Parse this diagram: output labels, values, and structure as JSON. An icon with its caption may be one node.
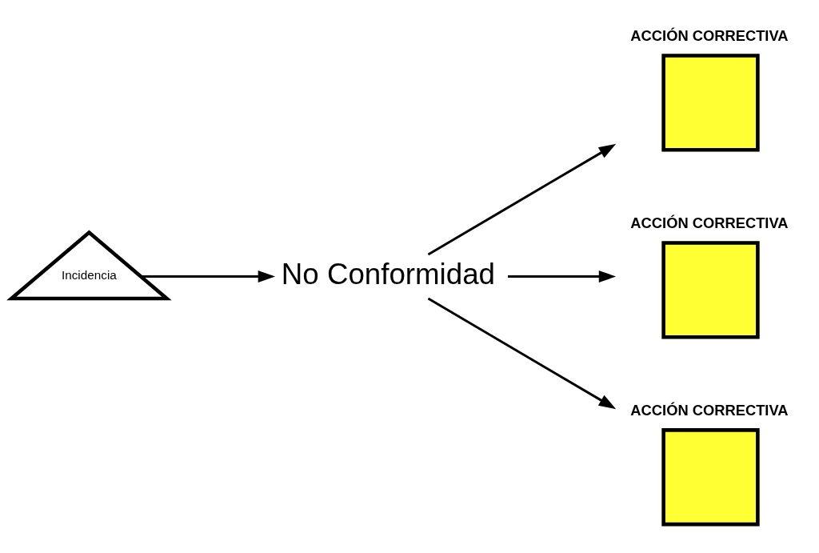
{
  "diagram": {
    "nodes": [
      {
        "text": [
          "Incidencia"
        ]
      },
      {
        "text": [
          "No Conformidad"
        ]
      },
      {
        "text": [
          "ACCIÓN CORRECTIVA"
        ]
      },
      {
        "text": [
          "ACCIÓN CORRECTIVA"
        ]
      },
      {
        "text": [
          "ACCIÓN CORRECTIVA"
        ]
      }
    ],
    "edges": [
      {
        "from": 0,
        "to": 1,
        "arrow": "to"
      },
      {
        "from": 1,
        "to": 2,
        "arrow": "to"
      },
      {
        "from": 1,
        "to": 3,
        "arrow": "to"
      },
      {
        "from": 1,
        "to": 4,
        "arrow": "to"
      }
    ]
  }
}
